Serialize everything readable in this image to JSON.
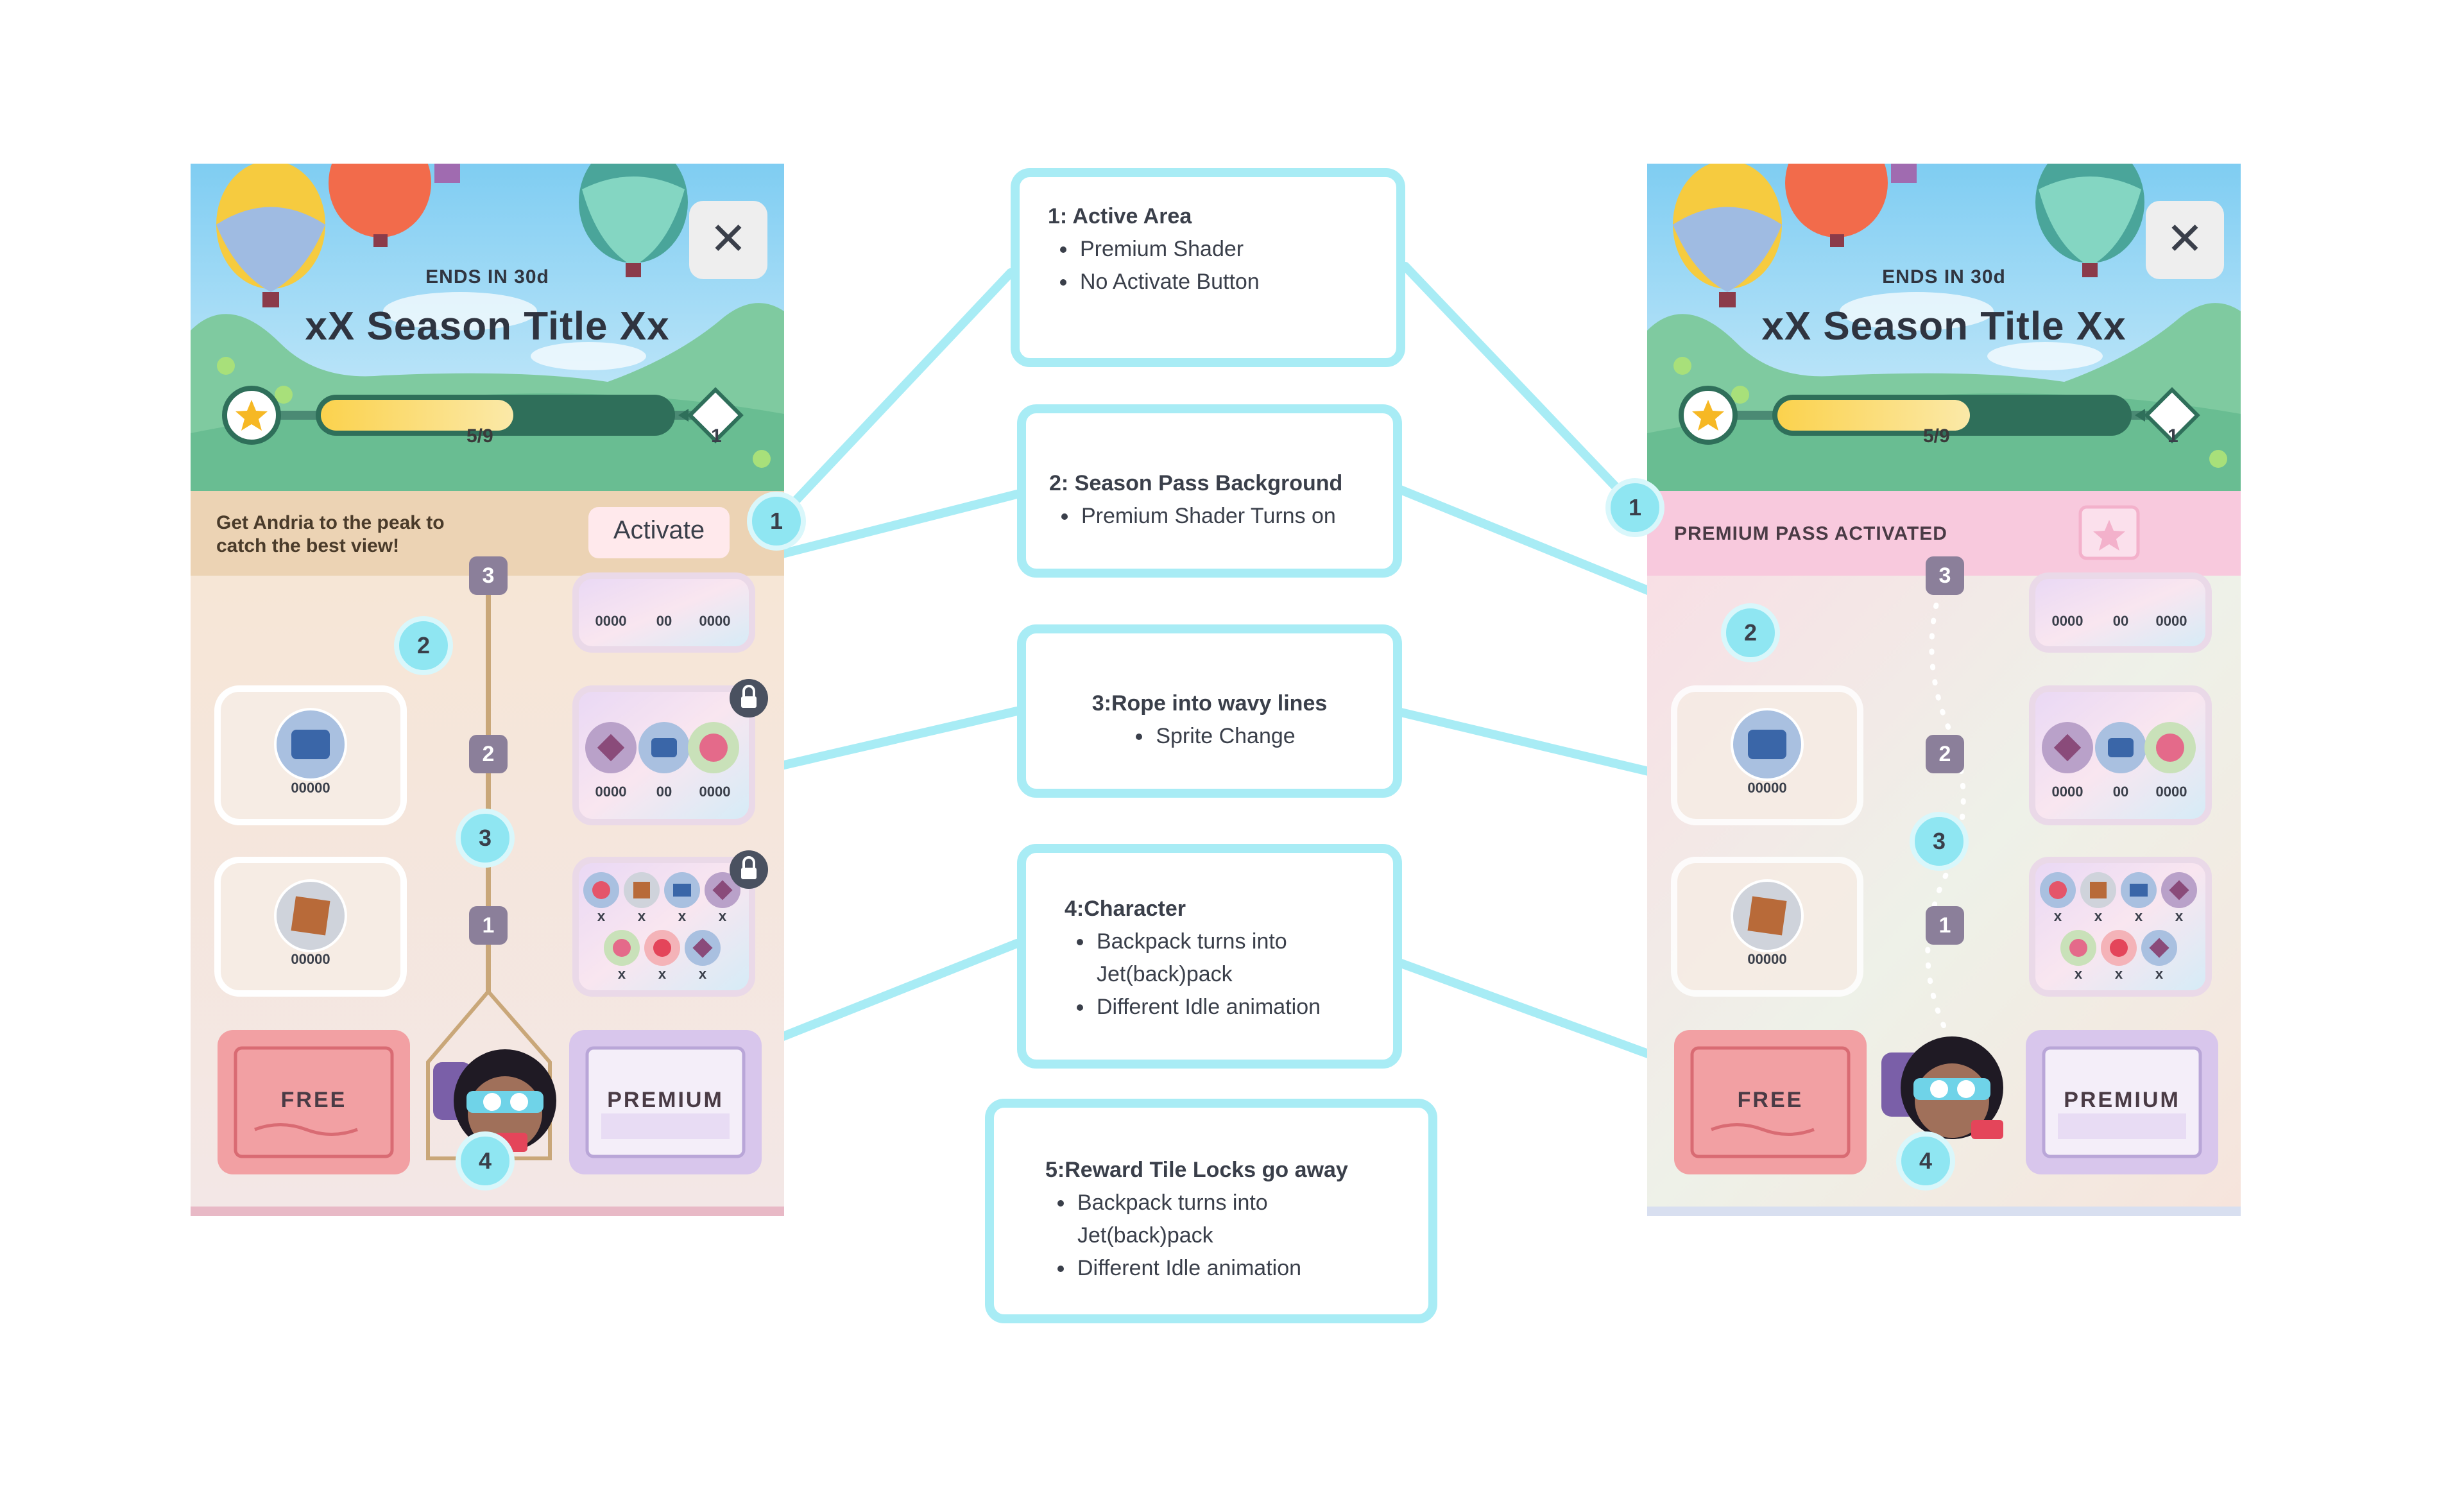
{
  "screens": {
    "left": {
      "ends_label": "ENDS IN 30d",
      "season_title": "xX Season Title Xx",
      "progress_text": "5/9",
      "progress_fraction": 0.55,
      "next_level": "1",
      "promo_text": "Get Andria to the peak to catch the best view!",
      "activate_label": "Activate",
      "close_glyph": "✕",
      "track_tags": [
        "3",
        "2",
        "1"
      ],
      "free_tiles": [
        {
          "icon": "shuffle-icon",
          "count": "00000"
        },
        {
          "icon": "crate-icon",
          "count": "00000"
        }
      ],
      "premium_top_counts": [
        "0000",
        "00",
        "0000"
      ],
      "premium_mid_counts": [
        "0000",
        "00",
        "0000"
      ],
      "premium_bottom_marks": [
        "x",
        "x",
        "x",
        "x",
        "x",
        "x",
        "x"
      ],
      "free_ticket": "FREE",
      "premium_ticket": "PREMIUM",
      "locked": true
    },
    "right": {
      "ends_label": "ENDS IN 30d",
      "season_title": "xX Season Title Xx",
      "progress_text": "5/9",
      "progress_fraction": 0.55,
      "next_level": "1",
      "premium_activated": "PREMIUM PASS ACTIVATED",
      "close_glyph": "✕",
      "track_tags": [
        "3",
        "2",
        "1"
      ],
      "free_tiles": [
        {
          "icon": "shuffle-icon",
          "count": "00000"
        },
        {
          "icon": "crate-icon",
          "count": "00000"
        }
      ],
      "premium_top_counts": [
        "0000",
        "00",
        "0000"
      ],
      "premium_mid_counts": [
        "0000",
        "00",
        "0000"
      ],
      "premium_bottom_marks": [
        "x",
        "x",
        "x",
        "x",
        "x",
        "x",
        "x"
      ],
      "free_ticket": "FREE",
      "premium_ticket": "PREMIUM",
      "locked": false
    }
  },
  "callouts": [
    {
      "title": "1: Active Area",
      "bullets": [
        "Premium Shader",
        "No Activate Button"
      ]
    },
    {
      "title": "2: Season Pass Background",
      "bullets": [
        "Premium Shader Turns on"
      ]
    },
    {
      "title": "3:Rope into wavy lines",
      "bullets": [
        "Sprite Change"
      ]
    },
    {
      "title": "4:Character",
      "bullets": [
        "Backpack turns into Jet(back)pack",
        "Different Idle animation"
      ]
    },
    {
      "title": "5:Reward Tile Locks go away",
      "bullets": [
        "Backpack turns into Jet(back)pack",
        "Different Idle animation"
      ]
    }
  ],
  "markers": [
    "1",
    "2",
    "3",
    "4"
  ],
  "colors": {
    "callout_border": "#a8ecf5",
    "marker_fill": "#8fe6f2",
    "sky": "#a9dcf5",
    "hill": "#6ec49a",
    "progress": "#f7c34c",
    "promo_bar": "#ecd3b4",
    "premium_bar": "#f8c9dd"
  }
}
